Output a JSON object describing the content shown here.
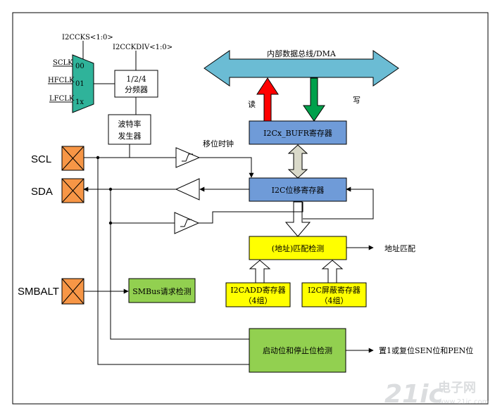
{
  "mux": {
    "select_label": "I2CCKS<1:0>",
    "inputs": [
      "SCLK",
      "HFCLK",
      "LFCLK"
    ],
    "selects": [
      "00",
      "01",
      "1x"
    ]
  },
  "divider": {
    "select_label": "I2CCKDIV<1:0>",
    "line1": "1/2/4",
    "line2": "分频器"
  },
  "baud": {
    "line1": "波特率",
    "line2": "发生器"
  },
  "bus": {
    "label": "内部数据总线/DMA",
    "read": "读",
    "write": "写"
  },
  "blocks": {
    "bufr": "I2Cx_BUFR寄存器",
    "shift": "I2C位移寄存器",
    "match": "(地址)匹配检测",
    "addr_line1": "I2CADD寄存器",
    "addr_line2": "（4组）",
    "mask_line1": "I2C屏蔽寄存器",
    "mask_line2": "（4组）",
    "smbus": "SMBus请求检测",
    "startstop": "启动位和停止位检测"
  },
  "labels": {
    "shift_clock": "移位时钟",
    "addr_match": "地址匹配",
    "set_reset": "置1或复位SEN位和PEN位"
  },
  "pins": [
    "SCL",
    "SDA",
    "SMBALT"
  ],
  "watermark": {
    "main": "21ic",
    "cn": "电子网",
    "sub": "www.21ic.com"
  },
  "colors": {
    "mux_fill": "#2fb39a",
    "bus_fill": "#6bbcd4",
    "blue_block": "#6f9bd8",
    "yellow_block": "#ffff00",
    "green_block": "#92d050",
    "pin_fill": "#f79646",
    "read_arrow": "#ff0000",
    "write_arrow": "#00a04b",
    "bidir_arrow": "#d9d9c9"
  }
}
